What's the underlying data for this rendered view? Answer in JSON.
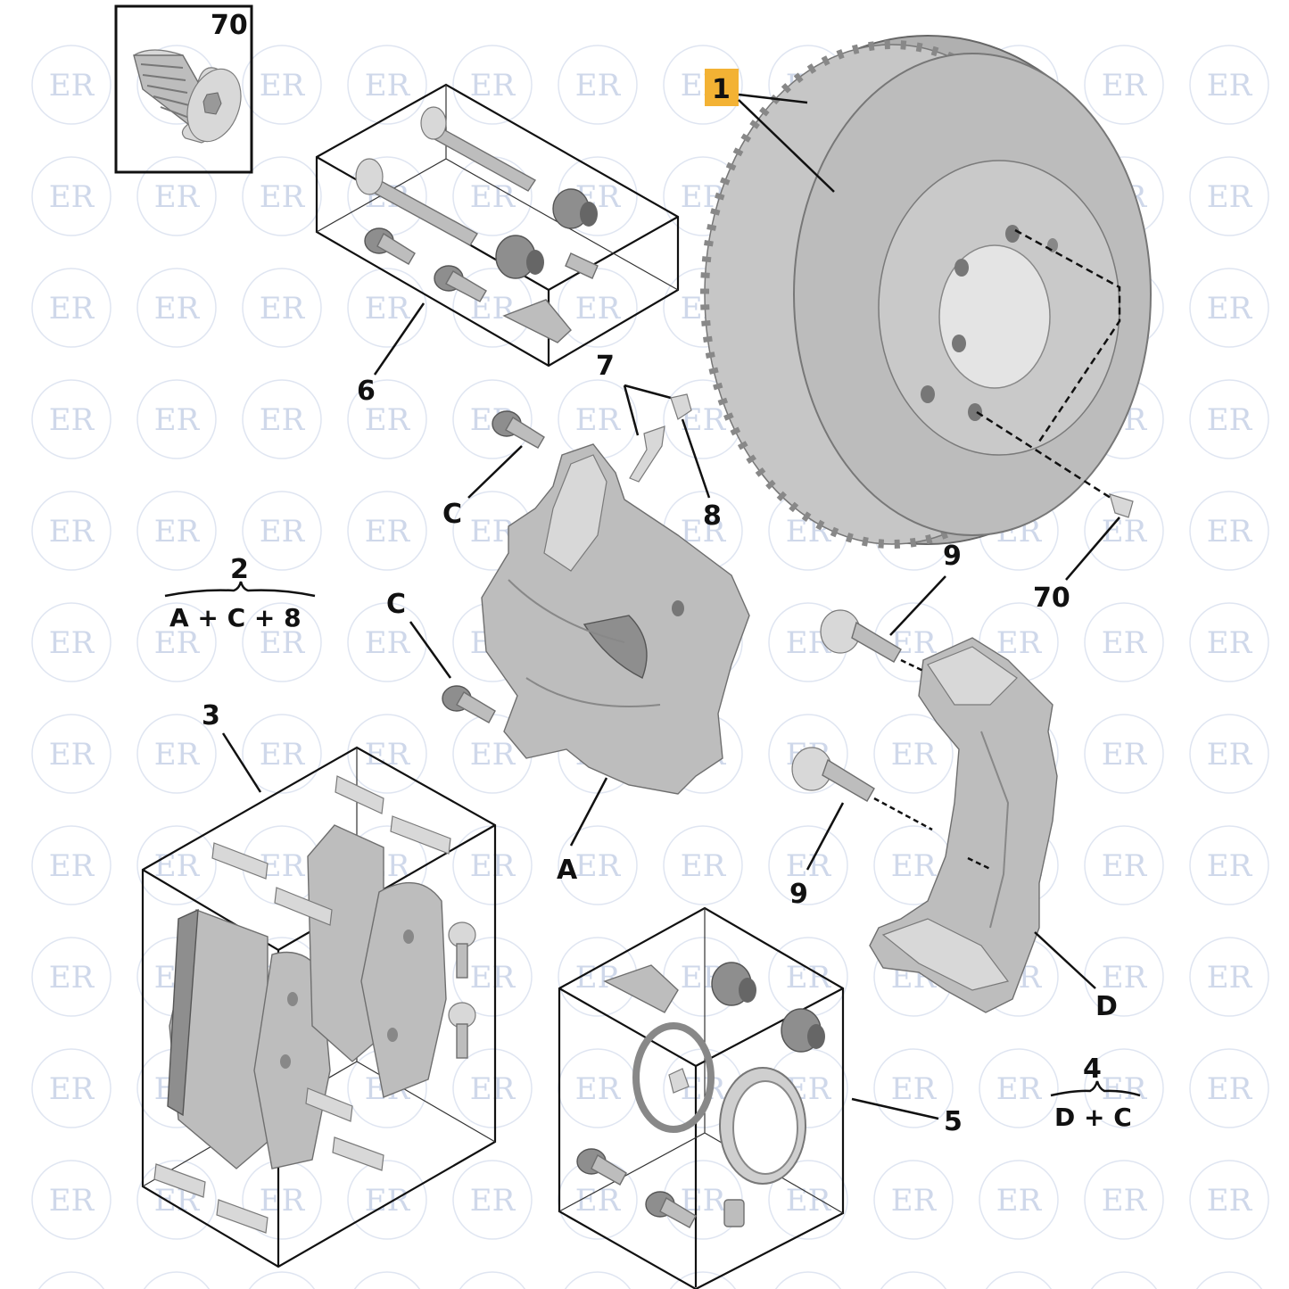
{
  "watermark": {
    "text": "ER",
    "color": "#cfd8ea"
  },
  "highlight_color": "#f3b234",
  "callouts": {
    "disc": "1",
    "caliper_kit": "2",
    "caliper_kit_formula": "A + C + 8",
    "pad_set": "3",
    "carrier_kit": "4",
    "carrier_kit_formula": "D + C",
    "seal_kit": "5",
    "guide_pin_kit": "6",
    "bleed_parts": "7",
    "bleed_cap": "8",
    "carrier_bolt_upper": "9",
    "carrier_bolt_lower": "9",
    "disc_screw": "70",
    "disc_screw_inset": "70",
    "caliper_bolt_upper": "C",
    "caliper_bolt_lower": "C",
    "caliper": "A",
    "carrier": "D"
  }
}
